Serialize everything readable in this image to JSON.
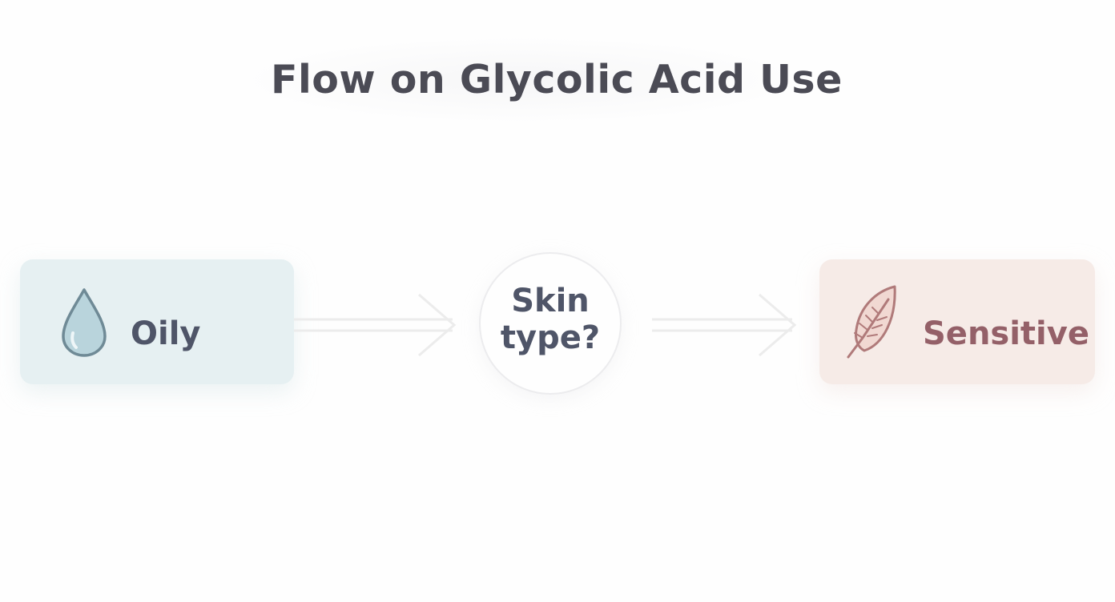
{
  "diagram": {
    "title": "Flow on Glycolic Acid Use",
    "center": {
      "line1": "Skin",
      "line2": "type?"
    },
    "left_node": {
      "label": "Oily",
      "icon": "water-drop-icon"
    },
    "right_node": {
      "label": "Sensitive",
      "icon": "feather-icon"
    }
  },
  "colors": {
    "oily_box": "#e6f0f2",
    "sensitive_box": "#f6ebe7",
    "title_text": "#4b4b55",
    "sensitive_text": "#946068",
    "arrow": "#ececec"
  }
}
